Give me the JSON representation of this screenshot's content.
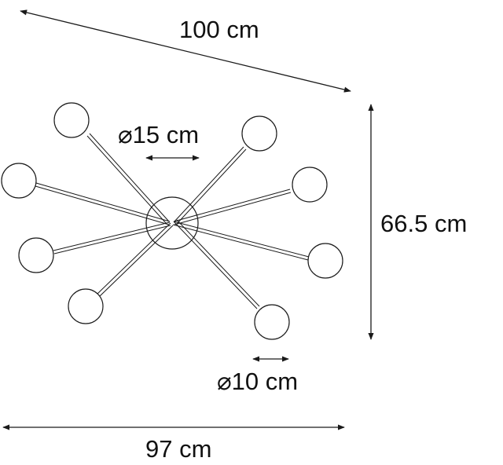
{
  "dimensions": {
    "diagonal_width": "100 cm",
    "canopy_diameter": "⌀15 cm",
    "height": "66.5 cm",
    "globe_diameter": "⌀10 cm",
    "width": "97 cm"
  },
  "colors": {
    "line": "#1a1a1a",
    "background": "#ffffff"
  }
}
